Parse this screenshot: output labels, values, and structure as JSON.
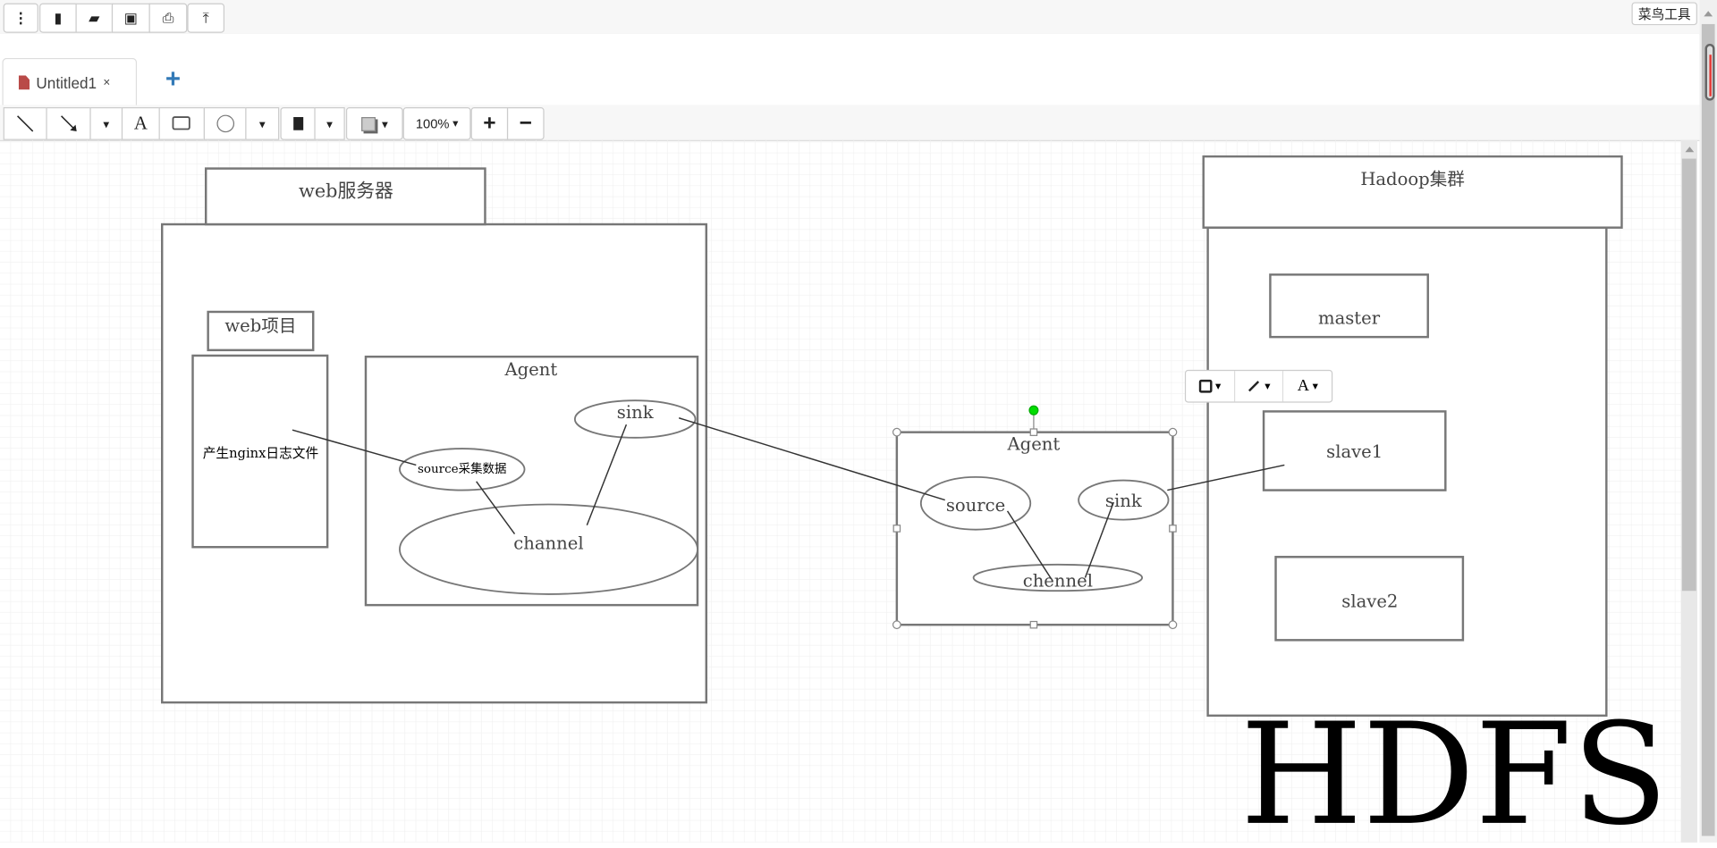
{
  "toolbar": {
    "buttons": [
      {
        "icon": "more-vertical-icon",
        "glyph": "⋮"
      },
      {
        "icon": "new-file-icon",
        "glyph": "▮"
      },
      {
        "icon": "open-folder-icon",
        "glyph": "▰"
      },
      {
        "icon": "save-icon",
        "glyph": "▣"
      },
      {
        "icon": "print-icon",
        "glyph": "⎙"
      },
      {
        "icon": "export-icon",
        "glyph": "⤒"
      }
    ],
    "tool_link": "菜鸟工具"
  },
  "tabs": {
    "items": [
      {
        "label": "Untitled1",
        "close": "×"
      }
    ],
    "add": "+"
  },
  "shape_toolbar": {
    "text_tool": "A",
    "zoom": "100%",
    "zoom_in": "+",
    "zoom_out": "−",
    "caret": "▾"
  },
  "floating_toolbar": {
    "text": "A",
    "caret": "▾"
  },
  "diagram": {
    "web_server_title": "web服务器",
    "web_project_title": "web项目",
    "nginx_log": "产生nginx日志文件",
    "agent1": {
      "title": "Agent",
      "source": "source采集数据",
      "sink": "sink",
      "channel": "channel"
    },
    "agent2": {
      "title": "Agent",
      "source": "source",
      "sink": "sink",
      "channel": "chennel"
    },
    "hadoop_title": "Hadoop集群",
    "master": "master",
    "slave1": "slave1",
    "slave2": "slave2",
    "hdfs": "HDFS"
  },
  "colors": {
    "accent": "#337ab7",
    "file_icon": "#b94a48",
    "rotate_handle": "#00dd00",
    "scroll_thumb": "#e53935"
  }
}
